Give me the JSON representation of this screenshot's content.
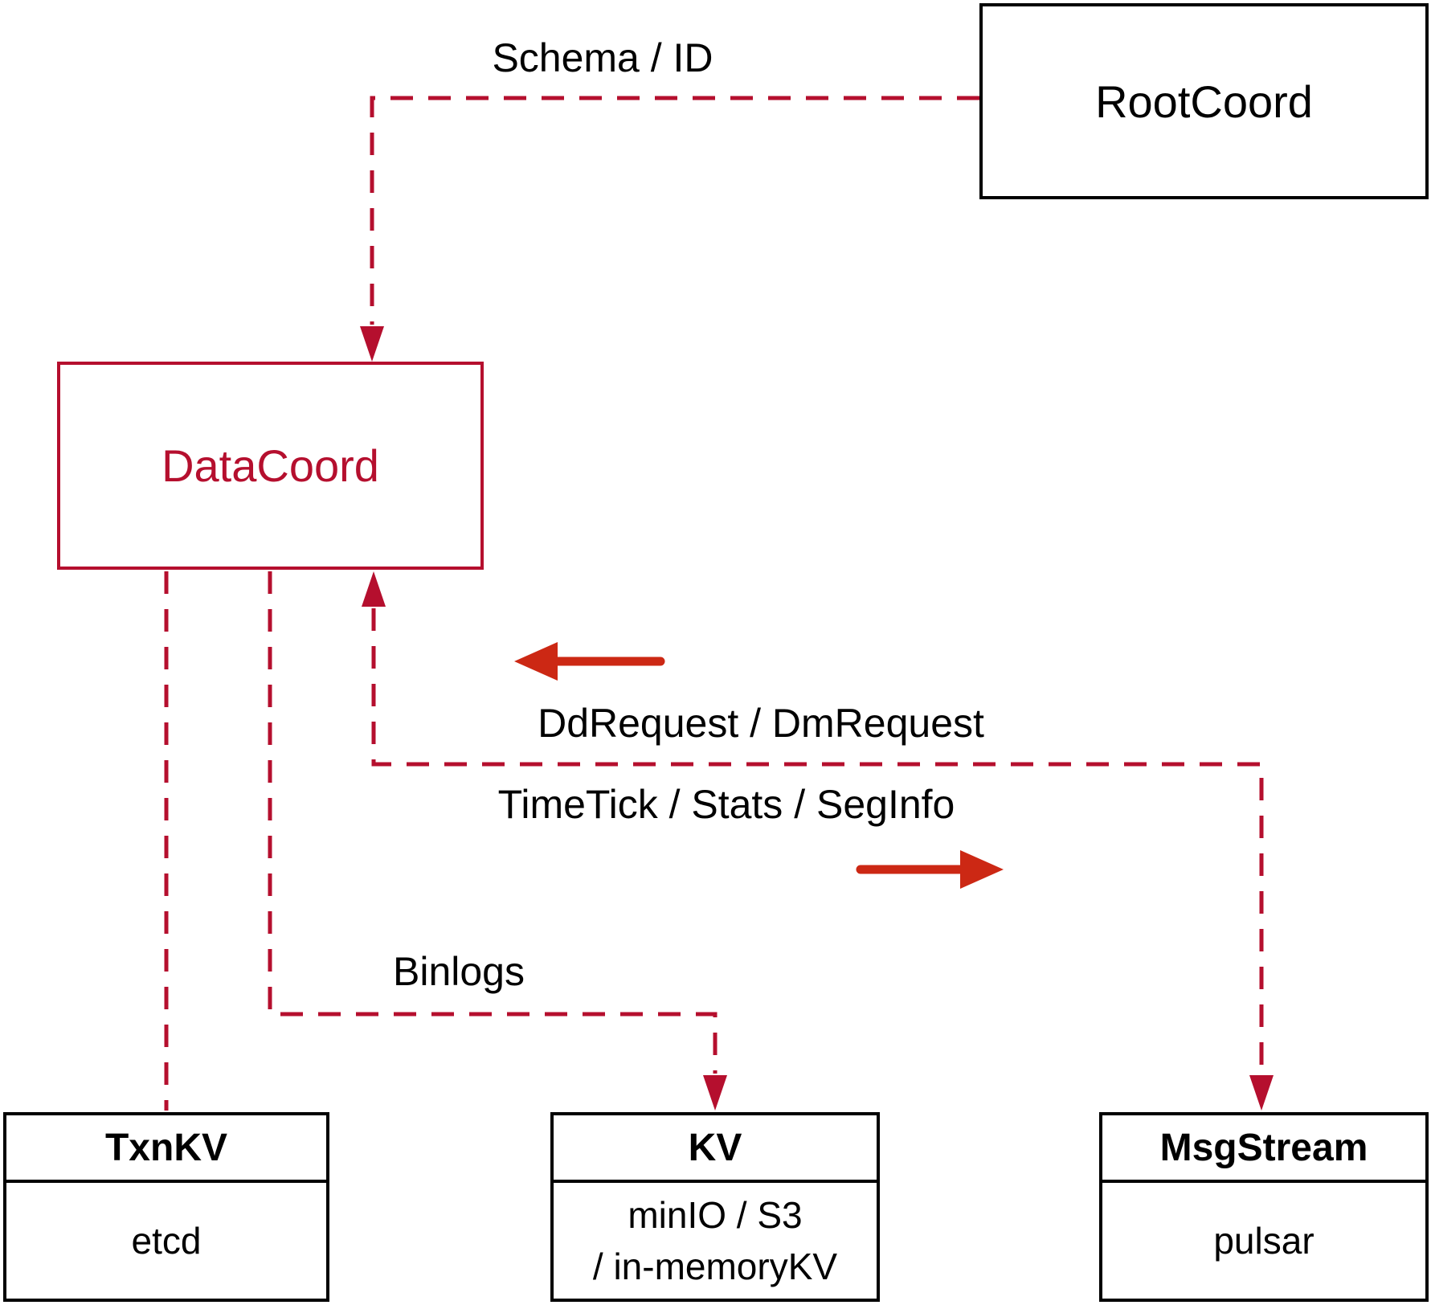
{
  "diagram": {
    "nodes": {
      "rootcoord": {
        "label": "RootCoord"
      },
      "datacoord": {
        "label": "DataCoord"
      },
      "txnkv": {
        "title": "TxnKV",
        "body": "etcd"
      },
      "kv": {
        "title": "KV",
        "body_line1": "minIO / S3",
        "body_line2": "/ in-memoryKV"
      },
      "msgstream": {
        "title": "MsgStream",
        "body": "pulsar"
      }
    },
    "edges": {
      "schema_id_label": "Schema / ID",
      "ddrequest_label": "DdRequest / DmRequest",
      "timetick_label": "TimeTick / Stats / SegInfo",
      "binlogs_label": "Binlogs"
    },
    "colors": {
      "dashed_connector_red": "#b50f2e",
      "solid_arrow_red": "#cc2814",
      "box_border_black": "#000000",
      "background": "#ffffff"
    }
  }
}
